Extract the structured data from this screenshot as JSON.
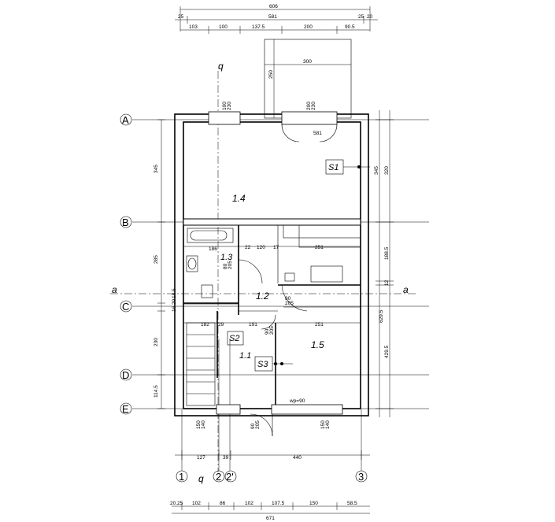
{
  "dimensions_top": {
    "overall": "606",
    "second_row": [
      "25",
      "581",
      "25",
      "20"
    ],
    "third_row": [
      "103",
      "100",
      "137.5",
      "200",
      "90.5"
    ],
    "balcony_width": "300",
    "balcony_depth": "250",
    "window_a": [
      "100",
      "230"
    ],
    "window_b": [
      "200",
      "230"
    ],
    "inner_width_top": "581"
  },
  "dimensions_right": {
    "seg1": "345",
    "seg1b": "320",
    "seg2": "188.5",
    "seg3": "12",
    "seg4": "429.5",
    "total": "629.5"
  },
  "dimensions_left": {
    "seg1": "345",
    "seg2": "285",
    "seg3a": "16",
    "seg3b": "29",
    "seg3c": "18.5",
    "seg4": "230",
    "seg5": "114.5"
  },
  "interior_dims": {
    "bath_width": "186",
    "c1": "22",
    "c2": "120",
    "c3": "17",
    "kitchen_width": "251",
    "door_13": [
      "80",
      "205"
    ],
    "door_12": [
      "80",
      "205"
    ],
    "hall_182": "182",
    "hall_29": "29",
    "hall_191": "191",
    "room15_width": "251",
    "door_11": [
      "90",
      "205"
    ],
    "wp": "wp=90"
  },
  "dimensions_bottom": {
    "window_left": [
      "150",
      "140"
    ],
    "door_entry": [
      "90",
      "205"
    ],
    "window_right": [
      "150",
      "140"
    ],
    "row_a": [
      "127",
      "39",
      "440"
    ],
    "row_b": [
      "20.25",
      "102",
      "86",
      "102",
      "107.5",
      "150",
      "58.5"
    ],
    "overall": "671"
  },
  "rooms": [
    "1.4",
    "1.3",
    "1.2",
    "1.1",
    "1.5"
  ],
  "symbols": [
    "S1",
    "S2",
    "S3"
  ],
  "axes_rows": [
    "A",
    "B",
    "C",
    "D",
    "E"
  ],
  "axes_cols": [
    "1",
    "2",
    "2'",
    "3"
  ],
  "section_marks": {
    "q": "q",
    "a": "a"
  }
}
